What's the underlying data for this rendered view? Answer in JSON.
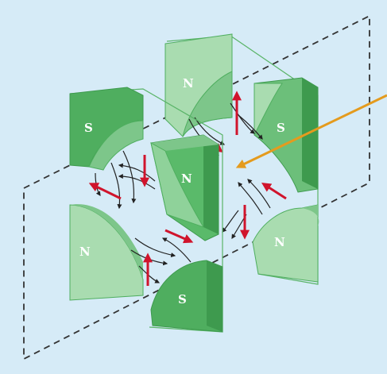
{
  "colors": {
    "background": "#d6ebf7",
    "magnet_dark": "#4fae5f",
    "magnet_mid": "#7dc68a",
    "magnet_light": "#a9dcb0",
    "field_line": "#222222",
    "moment_arrow": "#d0142c",
    "beam_arrow": "#e49b1e",
    "plane_dash": "#333333"
  },
  "labels": {
    "front_top_left": "S",
    "front_center": "N",
    "front_bottom_left": "N",
    "front_bottom_right": "S",
    "back_top_left": "N",
    "back_top_right": "S",
    "back_bottom_right": "N"
  }
}
